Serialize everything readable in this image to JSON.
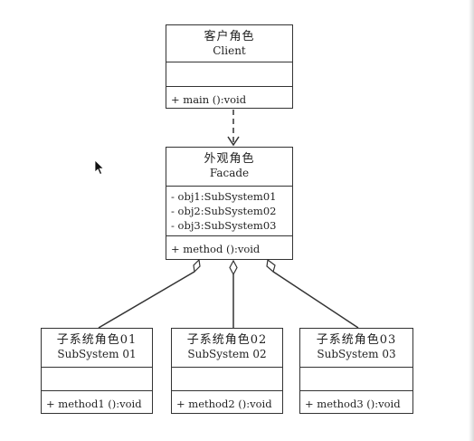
{
  "client": {
    "name_cn": "客户角色",
    "name_en": "Client",
    "attributes": [],
    "operations": [
      "+ main ():void"
    ]
  },
  "facade": {
    "name_cn": "外观角色",
    "name_en": "Facade",
    "attributes": [
      "- obj1:SubSystem01",
      "- obj2:SubSystem02",
      "- obj3:SubSystem03"
    ],
    "operations": [
      "+ method ():void"
    ]
  },
  "subsystems": [
    {
      "name_cn": "子系统角色01",
      "name_en": "SubSystem  01",
      "operations": [
        "+ method1 ():void"
      ]
    },
    {
      "name_cn": "子系统角色02",
      "name_en": "SubSystem  02",
      "operations": [
        "+ method2 ():void"
      ]
    },
    {
      "name_cn": "子系统角色03",
      "name_en": "SubSystem  03",
      "operations": [
        "+ method3 ():void"
      ]
    }
  ],
  "relationships": [
    {
      "type": "dependency",
      "from": "Client",
      "to": "Facade"
    },
    {
      "type": "aggregation",
      "from": "Facade",
      "to": "SubSystem  01"
    },
    {
      "type": "aggregation",
      "from": "Facade",
      "to": "SubSystem  02"
    },
    {
      "type": "aggregation",
      "from": "Facade",
      "to": "SubSystem  03"
    }
  ],
  "icons": {
    "cursor": "mouse-pointer-icon"
  }
}
